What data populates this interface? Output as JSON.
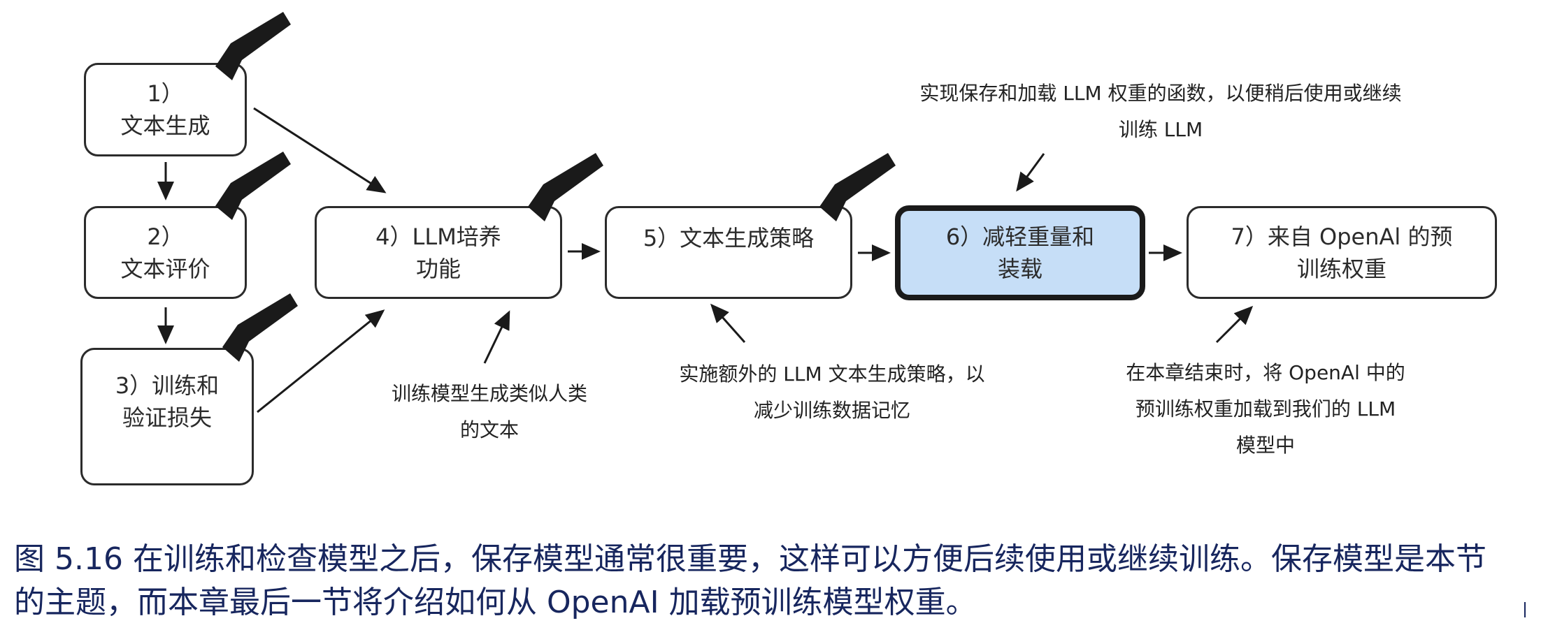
{
  "steps": [
    {
      "line1": "1）",
      "line2": "文本生成",
      "checked": true
    },
    {
      "line1": "2）",
      "line2": "文本评价",
      "checked": true
    },
    {
      "line1": "3）训练和",
      "line2": "验证损失",
      "checked": true
    },
    {
      "line1": "4）LLM培养",
      "line2": "功能",
      "checked": true
    },
    {
      "line1": "5）文本生成策略",
      "line2": "",
      "checked": true
    },
    {
      "line1": "6）减轻重量和",
      "line2": "装载",
      "checked": false,
      "highlighted": true
    },
    {
      "line1": "7）来自 OpenAl 的预",
      "line2": "训练权重",
      "checked": false
    }
  ],
  "notes": {
    "step4": [
      "训练模型生成类似人类",
      "的文本"
    ],
    "step5": [
      "实施额外的 LLM 文本生成策略，以",
      "减少训练数据记忆"
    ],
    "step6": [
      "实现保存和加载 LLM 权重的函数，以便稍后使用或继续",
      "训练 LLM"
    ],
    "step7": [
      "在本章结束时，将 OpenAl 中的",
      "预训练权重加载到我们的 LLM",
      "模型中"
    ]
  },
  "caption": {
    "line1": "图 5.16 在训练和检查模型之后，保存模型通常很重要，这样可以方便后续使用或继续训练。保存模型是本节",
    "line2": "的主题，而本章最后一节将介绍如何从 OpenAI 加载预训练模型权重。"
  },
  "colors": {
    "highlight_fill": "#c6def7",
    "stroke": "#2b2b2b",
    "caption_text": "#17265e"
  }
}
